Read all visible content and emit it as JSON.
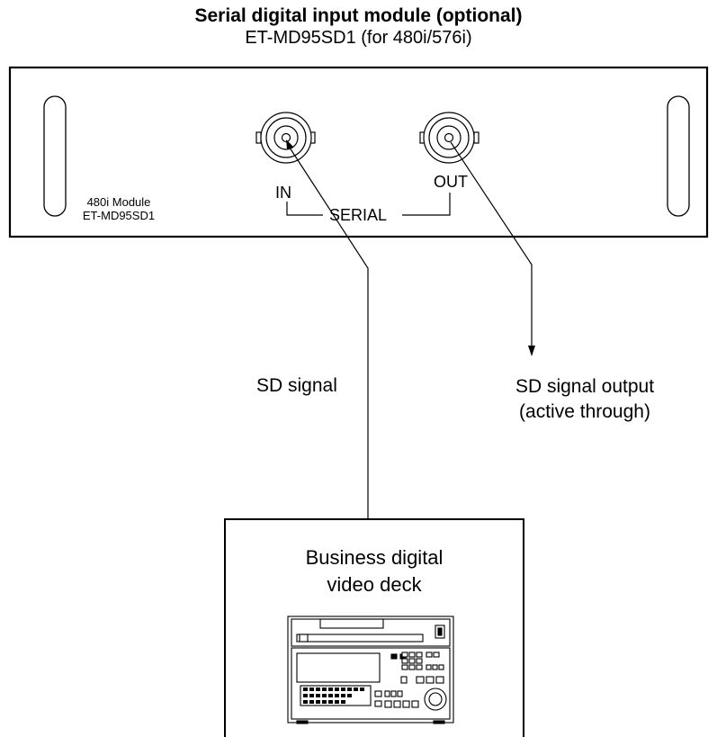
{
  "header": {
    "title": "Serial digital input module (optional)",
    "subtitle": "ET-MD95SD1 (for 480i/576i)"
  },
  "module": {
    "label_line1": "480i Module",
    "label_line2": "ET-MD95SD1",
    "in_label": "IN",
    "out_label": "OUT",
    "serial_label": "SERIAL"
  },
  "signals": {
    "input_label": "SD signal",
    "output_label_line1": "SD signal output",
    "output_label_line2": "(active through)"
  },
  "device": {
    "label_line1": "Business digital",
    "label_line2": "video deck",
    "icon": "video-deck-icon"
  }
}
